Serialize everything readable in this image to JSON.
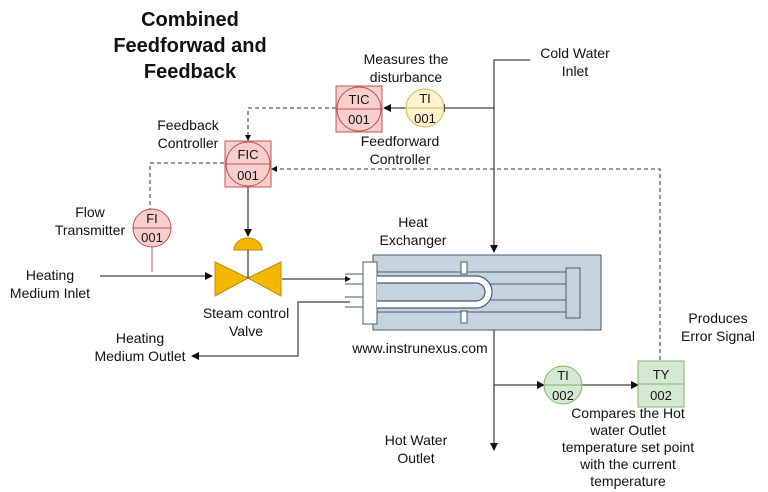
{
  "title": [
    "Combined",
    "Feedforwad and",
    "Feedback"
  ],
  "instruments": {
    "tic": {
      "letters": "TIC",
      "number": "001",
      "color": "#f8cecc",
      "border": "#b85450"
    },
    "ti001": {
      "letters": "TI",
      "number": "001",
      "color": "#fff2cc",
      "border": "#d6b656"
    },
    "fic": {
      "letters": "FIC",
      "number": "001",
      "color": "#f8cecc",
      "border": "#b85450"
    },
    "fi": {
      "letters": "FI",
      "number": "001",
      "color": "#f8cecc",
      "border": "#b85450"
    },
    "ti002": {
      "letters": "TI",
      "number": "002",
      "color": "#d5e8d4",
      "border": "#82b366"
    },
    "ty": {
      "letters": "TY",
      "number": "002",
      "color": "#d5e8d4",
      "border": "#82b366"
    }
  },
  "labels": {
    "measures": [
      "Measures the",
      "disturbance"
    ],
    "cold_water": [
      "Cold Water",
      "Inlet"
    ],
    "feedback_controller": [
      "Feedback",
      "Controller"
    ],
    "feedforward_controller": [
      "Feedforward",
      "Controller"
    ],
    "flow_transmitter": [
      "Flow",
      "Transmitter"
    ],
    "heat_exchanger": [
      "Heat",
      "Exchanger"
    ],
    "heating_inlet": [
      "Heating",
      "Medium Inlet"
    ],
    "steam_valve": [
      "Steam control",
      "Valve"
    ],
    "heating_outlet": [
      "Heating",
      "Medium Outlet"
    ],
    "website": "www.instrunexus.com",
    "produces": [
      "Produces",
      "Error Signal"
    ],
    "hot_water": [
      "Hot Water",
      "Outlet"
    ],
    "compares": [
      "Compares the Hot",
      "water Outlet",
      "temperature set point",
      "with the current",
      "temperature"
    ]
  },
  "colors": {
    "exchanger_fill": "#c5d2e0",
    "exchanger_border": "#4a5a6a",
    "valve_fill": "#f5b800",
    "valve_border": "#c08a00"
  }
}
